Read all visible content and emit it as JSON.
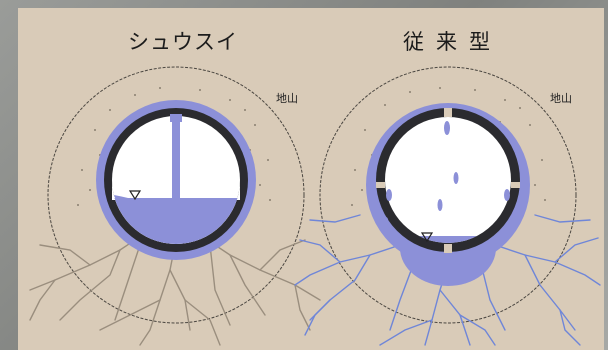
{
  "left_diagram": {
    "title": "シュウスイ",
    "ground_label": "地山"
  },
  "right_diagram": {
    "title": "従来型",
    "ground_label": "地山"
  },
  "colors": {
    "panel": "#d9cbb8",
    "water": "#8c90d8",
    "lining": "#2b2b2f",
    "roots_left": "#9a8e7e",
    "roots_right": "#6f86d8"
  }
}
